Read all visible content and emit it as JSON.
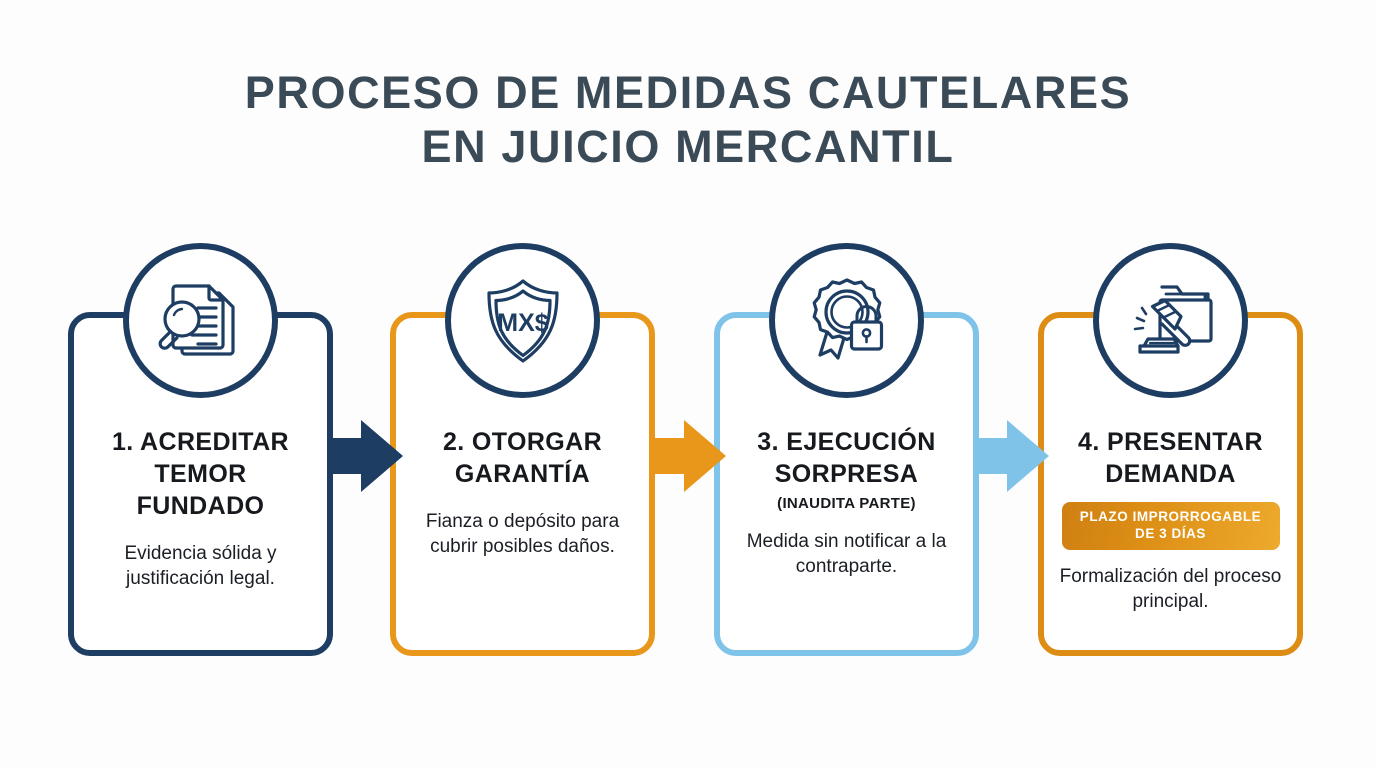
{
  "title": {
    "line1": "PROCESO DE MEDIDAS CAUTELARES",
    "line2": "EN JUICIO MERCANTIL",
    "color": "#3a4a57"
  },
  "colors": {
    "navy": "#1e3d63",
    "orange": "#e8971a",
    "light_blue": "#7fc3e9",
    "badge_orange_dark": "#cf8012",
    "badge_orange_light": "#edaa2c",
    "text": "#16191d",
    "background": "#ffffff"
  },
  "steps": [
    {
      "number": "1",
      "icon": "magnifier-documents-icon",
      "heading": "1. ACREDITAR TEMOR FUNDADO",
      "subtitle": "",
      "badge": "",
      "description": "Evidencia sólida y justificación legal.",
      "border_color": "#1e3d63"
    },
    {
      "number": "2",
      "icon": "shield-mxn-icon",
      "icon_text": "MX$",
      "heading": "2. OTORGAR GARANTÍA",
      "subtitle": "",
      "badge": "",
      "description": "Fianza o depósito para cubrir posibles daños.",
      "border_color": "#e8971a"
    },
    {
      "number": "3",
      "icon": "seal-padlock-icon",
      "heading": "3. EJECUCIÓN SORPRESA",
      "subtitle": "(INAUDITA PARTE)",
      "badge": "",
      "description": "Medida sin notificar a la contraparte.",
      "border_color": "#7fc3e9"
    },
    {
      "number": "4",
      "icon": "gavel-folder-icon",
      "heading": "4. PRESENTAR DEMANDA",
      "subtitle": "",
      "badge": "PLAZO IMPRORROGABLE DE 3 DÍAS",
      "description": "Formalización del proceso principal.",
      "border_color": "#e8971a"
    }
  ],
  "arrows": [
    {
      "name": "arrow-step1-to-step2",
      "color": "#1e3d63"
    },
    {
      "name": "arrow-step2-to-step3",
      "color": "#e8971a"
    },
    {
      "name": "arrow-step3-to-step4",
      "color": "#7fc3e9"
    }
  ]
}
